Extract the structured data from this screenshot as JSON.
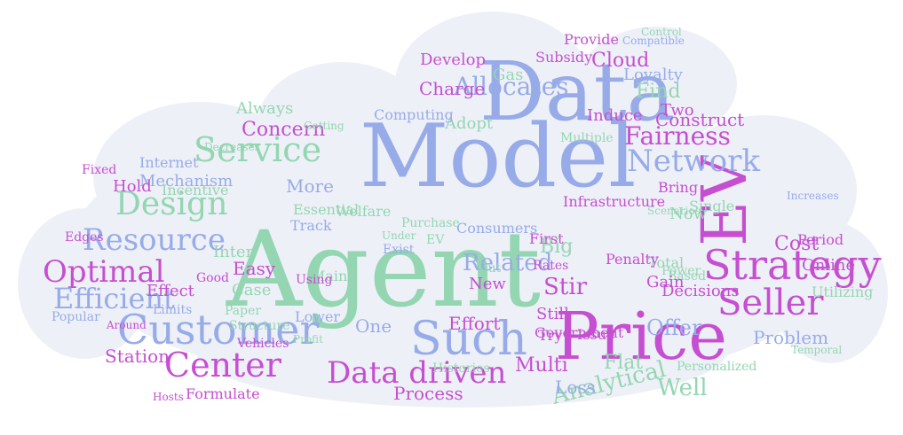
{
  "palette": {
    "green": "#93d6b1",
    "blue": "#97abe8",
    "purple": "#c54fd0",
    "cloud_bg": "#eef0f8"
  },
  "words": [
    {
      "text": "Agent",
      "color": "green"
    },
    {
      "text": "Model",
      "color": "blue"
    },
    {
      "text": "Data",
      "color": "blue"
    },
    {
      "text": "Price",
      "color": "purple"
    },
    {
      "text": "EV",
      "color": "purple"
    },
    {
      "text": "Strategy",
      "color": "purple"
    },
    {
      "text": "Seller",
      "color": "purple"
    },
    {
      "text": "Customer",
      "color": "blue"
    },
    {
      "text": "Such",
      "color": "blue"
    },
    {
      "text": "Center",
      "color": "purple"
    },
    {
      "text": "Data driven",
      "color": "purple"
    },
    {
      "text": "Optimal",
      "color": "purple"
    },
    {
      "text": "Service",
      "color": "green"
    },
    {
      "text": "Network",
      "color": "blue"
    },
    {
      "text": "Resource",
      "color": "blue"
    },
    {
      "text": "Design",
      "color": "green"
    },
    {
      "text": "Efficient",
      "color": "blue"
    },
    {
      "text": "Fairness",
      "color": "purple"
    },
    {
      "text": "Allocates",
      "color": "blue"
    },
    {
      "text": "Cloud",
      "color": "purple"
    },
    {
      "text": "Cost",
      "color": "purple"
    },
    {
      "text": "Concern",
      "color": "purple"
    },
    {
      "text": "Charge",
      "color": "purple"
    },
    {
      "text": "Develop",
      "color": "purple"
    },
    {
      "text": "Adopt",
      "color": "green"
    },
    {
      "text": "Find",
      "color": "green"
    },
    {
      "text": "Related",
      "color": "blue"
    },
    {
      "text": "Stir",
      "color": "purple"
    },
    {
      "text": "Big",
      "color": "green"
    },
    {
      "text": "Multi",
      "color": "purple"
    },
    {
      "text": "Process",
      "color": "purple"
    },
    {
      "text": "Analytical",
      "color": "green"
    },
    {
      "text": "Offer",
      "color": "blue"
    },
    {
      "text": "Problem",
      "color": "blue"
    },
    {
      "text": "Effort",
      "color": "purple"
    },
    {
      "text": "Station",
      "color": "purple"
    },
    {
      "text": "Easy",
      "color": "purple"
    },
    {
      "text": "Case",
      "color": "green"
    },
    {
      "text": "Effect",
      "color": "purple"
    },
    {
      "text": "Mechanism",
      "color": "blue"
    },
    {
      "text": "Internet",
      "color": "blue"
    },
    {
      "text": "Hold",
      "color": "purple"
    },
    {
      "text": "Fixed",
      "color": "purple"
    },
    {
      "text": "Incentive",
      "color": "green"
    },
    {
      "text": "More",
      "color": "blue"
    },
    {
      "text": "Essential",
      "color": "green"
    },
    {
      "text": "Welfare",
      "color": "green"
    },
    {
      "text": "Track",
      "color": "blue"
    },
    {
      "text": "Exist",
      "color": "blue"
    },
    {
      "text": "Main",
      "color": "green"
    },
    {
      "text": "Paper",
      "color": "green"
    },
    {
      "text": "Structure",
      "color": "green"
    },
    {
      "text": "Limits",
      "color": "blue"
    },
    {
      "text": "Popular",
      "color": "blue"
    },
    {
      "text": "Vehicles",
      "color": "purple"
    },
    {
      "text": "Profit",
      "color": "green"
    },
    {
      "text": "Lower",
      "color": "blue"
    },
    {
      "text": "One",
      "color": "blue"
    },
    {
      "text": "Still",
      "color": "purple"
    },
    {
      "text": "Try",
      "color": "purple"
    },
    {
      "text": "New",
      "color": "purple"
    },
    {
      "text": "First",
      "color": "purple"
    },
    {
      "text": "Out",
      "color": "green"
    },
    {
      "text": "Histories",
      "color": "green"
    },
    {
      "text": "Formulate",
      "color": "purple"
    },
    {
      "text": "Hosts",
      "color": "purple"
    },
    {
      "text": "Flat",
      "color": "green"
    },
    {
      "text": "Loss",
      "color": "blue"
    },
    {
      "text": "Well",
      "color": "green"
    },
    {
      "text": "Government",
      "color": "purple"
    },
    {
      "text": "Issue",
      "color": "purple"
    },
    {
      "text": "Decisions",
      "color": "purple"
    },
    {
      "text": "Based",
      "color": "green"
    },
    {
      "text": "Period",
      "color": "purple"
    },
    {
      "text": "Online",
      "color": "purple"
    },
    {
      "text": "Utilizing",
      "color": "green"
    },
    {
      "text": "Gain",
      "color": "purple"
    },
    {
      "text": "Now",
      "color": "green"
    },
    {
      "text": "Single",
      "color": "green"
    },
    {
      "text": "Total",
      "color": "green"
    },
    {
      "text": "Power",
      "color": "green"
    },
    {
      "text": "Infrastructure",
      "color": "purple"
    },
    {
      "text": "Consumers",
      "color": "blue"
    },
    {
      "text": "Purchase",
      "color": "green"
    },
    {
      "text": "Bring",
      "color": "purple"
    },
    {
      "text": "Construct",
      "color": "purple"
    },
    {
      "text": "Two",
      "color": "purple"
    },
    {
      "text": "Induce",
      "color": "purple"
    },
    {
      "text": "Always",
      "color": "green"
    },
    {
      "text": "Computing",
      "color": "blue"
    },
    {
      "text": "Getting",
      "color": "green"
    },
    {
      "text": "Loyalty",
      "color": "blue"
    },
    {
      "text": "Subsidy",
      "color": "purple"
    },
    {
      "text": "Provide",
      "color": "purple"
    },
    {
      "text": "Gas",
      "color": "green"
    },
    {
      "text": "Multiple",
      "color": "green"
    },
    {
      "text": "Inter",
      "color": "green"
    },
    {
      "text": "Penalty",
      "color": "purple"
    },
    {
      "text": "Using",
      "color": "purple"
    },
    {
      "text": "Under",
      "color": "green"
    },
    {
      "text": "EV",
      "color": "green"
    },
    {
      "text": "Decreases",
      "color": "green"
    },
    {
      "text": "Rates",
      "color": "purple"
    },
    {
      "text": "Personalized",
      "color": "green"
    },
    {
      "text": "Temporal",
      "color": "green"
    },
    {
      "text": "Around",
      "color": "purple"
    },
    {
      "text": "Edges",
      "color": "purple"
    },
    {
      "text": "Good",
      "color": "purple"
    },
    {
      "text": "Increases",
      "color": "blue"
    },
    {
      "text": "Scenarios",
      "color": "green"
    },
    {
      "text": "Compatible",
      "color": "blue"
    },
    {
      "text": "Control",
      "color": "green"
    }
  ]
}
